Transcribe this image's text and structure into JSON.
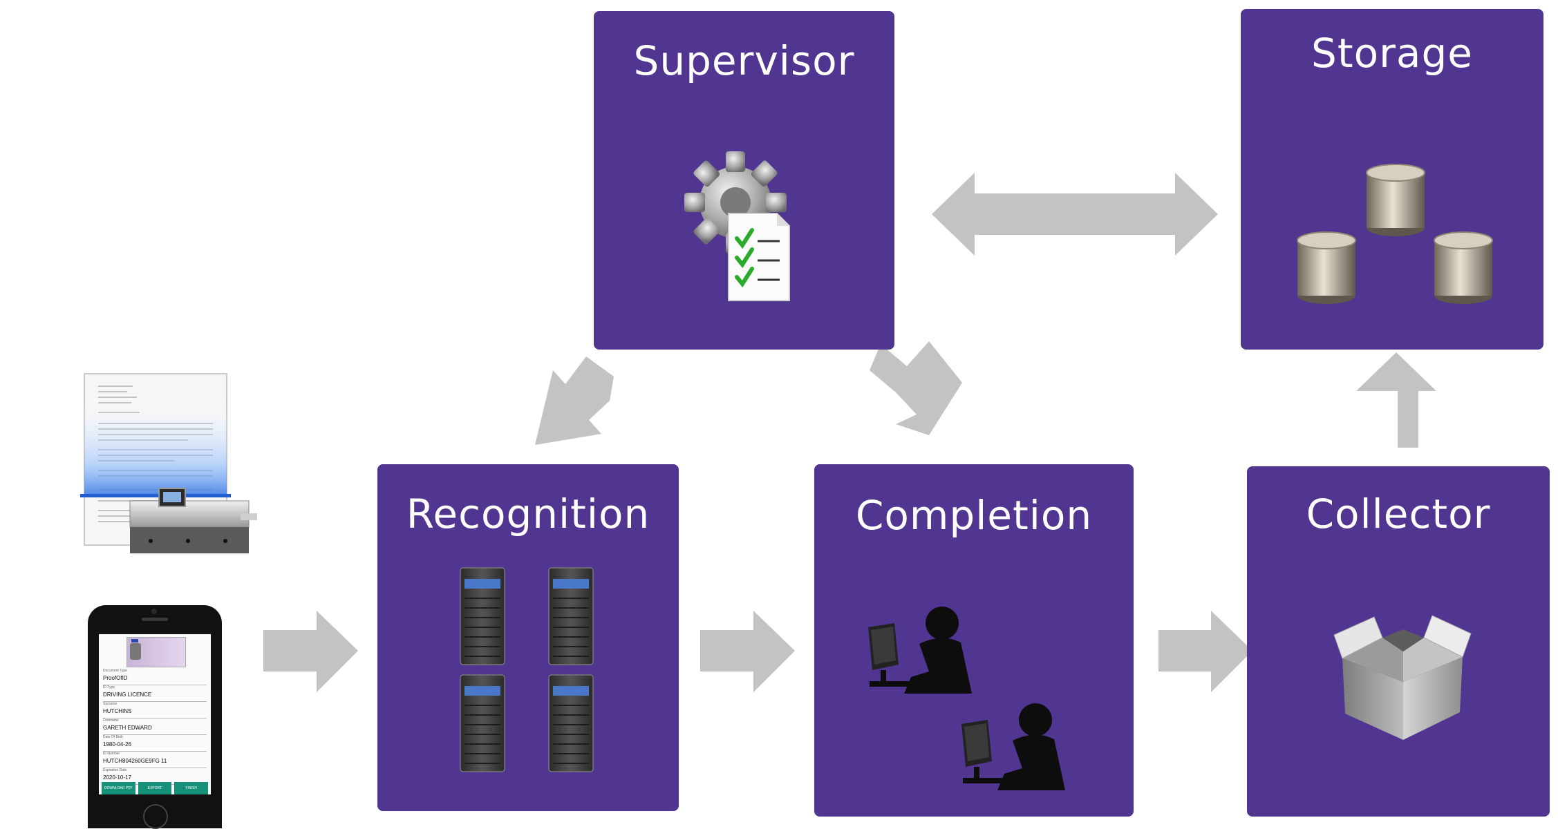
{
  "colors": {
    "box": "#503591",
    "arrow": "#c3c3c3",
    "title": "#ffffff"
  },
  "boxes": {
    "supervisor": {
      "title": "Supervisor",
      "icon": "gear-checklist-icon"
    },
    "storage": {
      "title": "Storage",
      "icon": "database-cylinders-icon"
    },
    "recognition": {
      "title": "Recognition",
      "icon": "server-rack-icon"
    },
    "completion": {
      "title": "Completion",
      "icon": "operator-workstation-icon"
    },
    "collector": {
      "title": "Collector",
      "icon": "open-box-icon"
    }
  },
  "inputs": {
    "scanner": {
      "icon": "document-scanner-icon"
    },
    "phone": {
      "icon": "smartphone-icon",
      "fields": [
        {
          "label": "Document Type",
          "value": "ProofOfID"
        },
        {
          "label": "ID Type",
          "value": "DRIVING LICENCE"
        },
        {
          "label": "Surname",
          "value": "HUTCHINS"
        },
        {
          "label": "Forename",
          "value": "GARETH EDWARD"
        },
        {
          "label": "Date Of Birth",
          "value": "1980-04-26"
        },
        {
          "label": "ID Number",
          "value": "HUTCH804260GE9FG 11"
        },
        {
          "label": "Expiration Date",
          "value": "2020-10-17"
        }
      ],
      "buttons": [
        "DOWNLOAD PDF",
        "EXPORT",
        "FINISH"
      ]
    }
  }
}
